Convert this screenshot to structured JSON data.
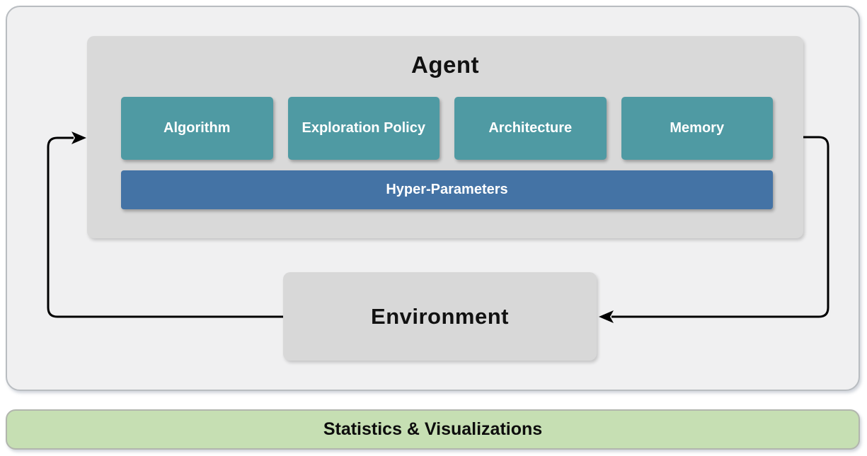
{
  "diagram": {
    "agent": {
      "title": "Agent",
      "modules": [
        "Algorithm",
        "Exploration Policy",
        "Architecture",
        "Memory"
      ],
      "hyper_parameters_label": "Hyper-Parameters"
    },
    "environment": {
      "label": "Environment"
    },
    "footer": {
      "label": "Statistics & Visualizations"
    },
    "colors": {
      "module_teal": "#4f9aa3",
      "hyper_parameters_blue": "#4473a5",
      "panel_gray": "#d9d9d9",
      "frame_background": "#f0f0f1",
      "frame_border": "#b9bdc1",
      "footer_green": "#c6dfb3",
      "arrow": "#000000"
    }
  }
}
